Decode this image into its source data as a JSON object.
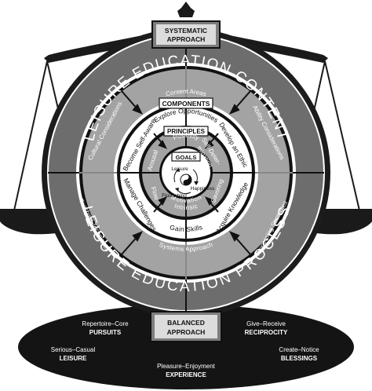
{
  "top_box": {
    "line1": "SYSTEMATIC",
    "line2": "APPROACH"
  },
  "bottom_box": {
    "line1": "BALANCED",
    "line2": "APPROACH"
  },
  "outer_ring": {
    "top_title": "LEISURE EDUCATION CONTENT",
    "bottom_title": "LEISURE EDUCATION PROCESS",
    "labels": {
      "content_areas": "Content Areas",
      "ability_considerations": "Ability Considerations",
      "processing_strategies": "Processing Strategies",
      "systems_approach": "Systems Approach",
      "teaching_techniques": "Teaching Techniques",
      "cultural_considerations": "Cultural Considerations"
    }
  },
  "components_ring": {
    "title": "COMPONENTS",
    "labels": {
      "explore": "Explore Opportunities",
      "develop": "Develop an Ethic",
      "acquire": "Acquire Knowledge",
      "gain": "Gain Skills",
      "manage": "Manage Challenges",
      "become": "Become Self-Aware"
    }
  },
  "principles_ring": {
    "title": "PRINCIPLES",
    "labels": {
      "positivity": "Positivity",
      "self_determination_1": "Self-Deter-",
      "self_determination_2": "mination",
      "savoring": "Savoring",
      "intrinsic_1": "Intrinsic",
      "intrinsic_2": "Motivation",
      "flow": "Flow",
      "arousal": "Arousal"
    }
  },
  "goals": {
    "title": "GOALS",
    "leisure": "Leisure",
    "happiness": "Happiness",
    "flourishing": "Flourishing"
  },
  "base": {
    "pursuits": {
      "line1": "Repertoire–Core",
      "line2": "PURSUITS"
    },
    "reciprocity": {
      "line1": "Give–Receive",
      "line2": "RECIPROCITY"
    },
    "leisure": {
      "line1": "Serious–Casual",
      "line2": "LEISURE"
    },
    "blessings": {
      "line1": "Create–Notice",
      "line2": "BLESSINGS"
    },
    "experience": {
      "line1": "Pleasure–Enjoyment",
      "line2": "EXPERIENCE"
    }
  }
}
